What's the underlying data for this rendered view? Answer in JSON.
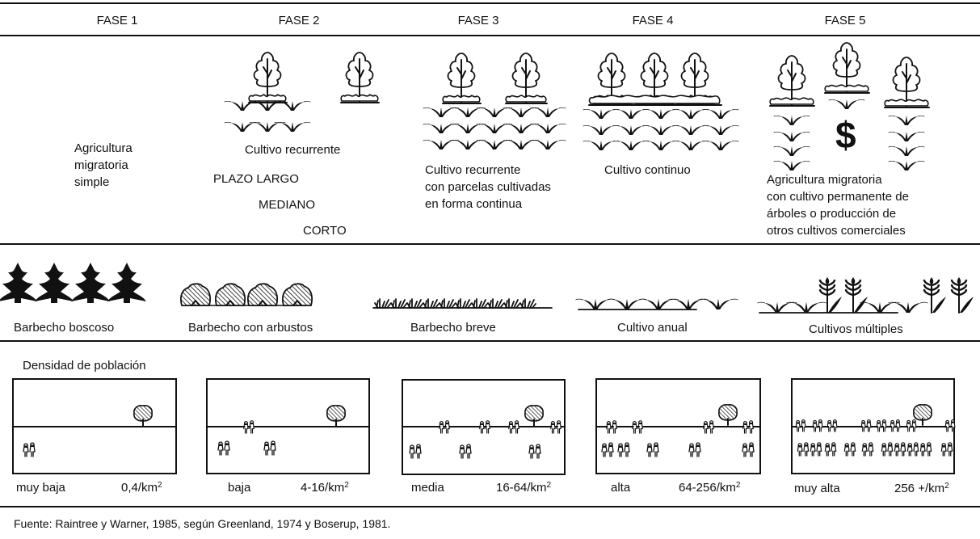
{
  "phases": [
    "FASE 1",
    "FASE 2",
    "FASE 3",
    "FASE 4",
    "FASE 5"
  ],
  "systems": {
    "fase1": [
      "Agricultura",
      "migratoria",
      "simple"
    ],
    "fase2": {
      "title": "Cultivo recurrente",
      "terms": [
        "PLAZO LARGO",
        "MEDIANO",
        "CORTO"
      ]
    },
    "fase3": [
      "Cultivo recurrente",
      "con parcelas cultivadas",
      "en forma continua"
    ],
    "fase4": [
      "Cultivo continuo"
    ],
    "fase5": [
      "Agricultura migratoria",
      "con cultivo permanente de",
      "árboles o producción de",
      "otros cultivos comerciales"
    ],
    "cash_symbol": "$"
  },
  "fallow": [
    {
      "label": "Barbecho boscoso",
      "icon": "conifer-tree-icon"
    },
    {
      "label": "Barbecho con arbustos",
      "icon": "shrub-icon"
    },
    {
      "label": "Barbecho breve",
      "icon": "grass-icon"
    },
    {
      "label": "Cultivo anual",
      "icon": "crop-sprout-icon"
    },
    {
      "label": "Cultivos múltiples",
      "icon": "grain-plant-icon"
    }
  ],
  "density": {
    "title": "Densidad de población",
    "unit_suffix": "/km",
    "unit_exp": "2",
    "levels": [
      {
        "label": "muy baja",
        "value": "0,4"
      },
      {
        "label": "baja",
        "value": "4-16"
      },
      {
        "label": "media",
        "value": "16-64"
      },
      {
        "label": "alta",
        "value": "64-256"
      },
      {
        "label": "muy alta",
        "value": "256 +"
      }
    ]
  },
  "source": "Fuente: Raintree y Warner, 1985, según Greenland, 1974 y Boserup, 1981."
}
